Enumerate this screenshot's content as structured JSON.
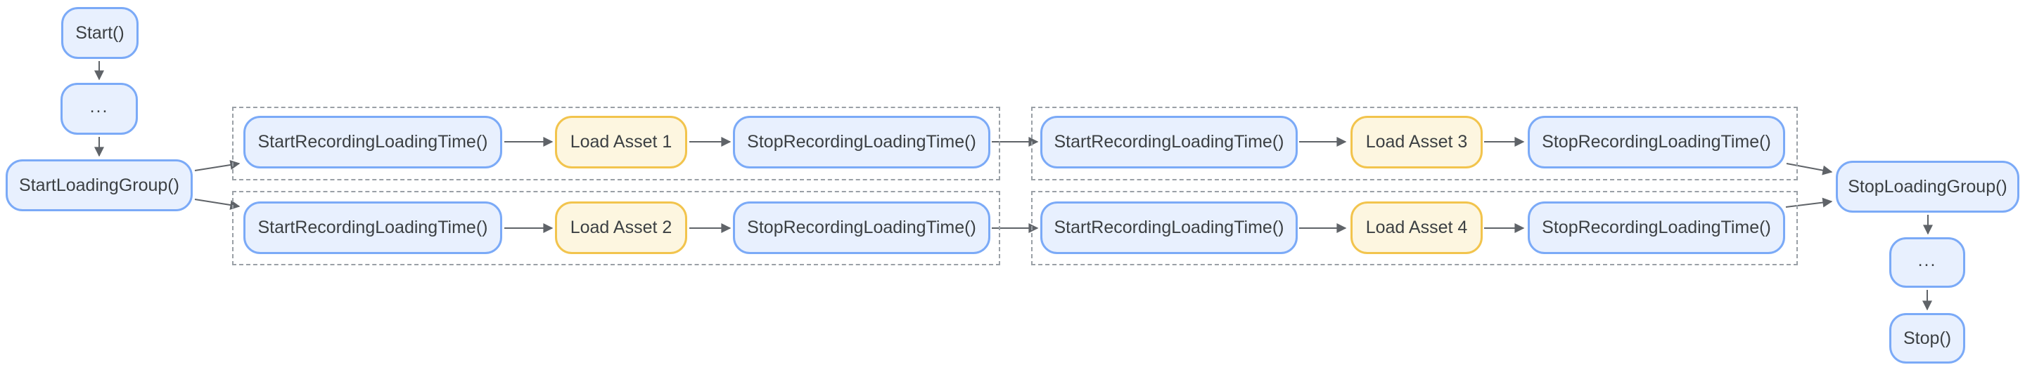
{
  "diagram": {
    "colors": {
      "process_fill": "#e8f0fe",
      "process_border": "#7baaf7",
      "asset_fill": "#fdf6e0",
      "asset_border": "#f2c44d",
      "text": "#3c4043",
      "edge": "#5f6368",
      "frame": "#9aa0a6",
      "bg": "#ffffff"
    },
    "nodes": {
      "start": {
        "label": "Start()"
      },
      "ellipsis_start": {
        "label": "..."
      },
      "start_loading_group": {
        "label": "StartLoadingGroup()"
      },
      "group1": {
        "row1": {
          "start_recording": {
            "label": "StartRecordingLoadingTime()"
          },
          "load_asset": {
            "label": "Load Asset 1"
          },
          "stop_recording": {
            "label": "StopRecordingLoadingTime()"
          }
        },
        "row2": {
          "start_recording": {
            "label": "StartRecordingLoadingTime()"
          },
          "load_asset": {
            "label": "Load Asset 2"
          },
          "stop_recording": {
            "label": "StopRecordingLoadingTime()"
          }
        }
      },
      "group2": {
        "row1": {
          "start_recording": {
            "label": "StartRecordingLoadingTime()"
          },
          "load_asset": {
            "label": "Load Asset 3"
          },
          "stop_recording": {
            "label": "StopRecordingLoadingTime()"
          }
        },
        "row2": {
          "start_recording": {
            "label": "StartRecordingLoadingTime()"
          },
          "load_asset": {
            "label": "Load Asset 4"
          },
          "stop_recording": {
            "label": "StopRecordingLoadingTime()"
          }
        }
      },
      "stop_loading_group": {
        "label": "StopLoadingGroup()"
      },
      "ellipsis_end": {
        "label": "..."
      },
      "stop": {
        "label": "Stop()"
      }
    },
    "edges": [
      {
        "from": "start",
        "to": "ellipsis_start"
      },
      {
        "from": "ellipsis_start",
        "to": "start_loading_group"
      },
      {
        "from": "start_loading_group",
        "to": "group1.row1.start_recording"
      },
      {
        "from": "start_loading_group",
        "to": "group1.row2.start_recording"
      },
      {
        "from": "group1.row1.start_recording",
        "to": "group1.row1.load_asset"
      },
      {
        "from": "group1.row1.load_asset",
        "to": "group1.row1.stop_recording"
      },
      {
        "from": "group1.row1.stop_recording",
        "to": "group2.row1.start_recording"
      },
      {
        "from": "group1.row2.start_recording",
        "to": "group1.row2.load_asset"
      },
      {
        "from": "group1.row2.load_asset",
        "to": "group1.row2.stop_recording"
      },
      {
        "from": "group1.row2.stop_recording",
        "to": "group2.row2.start_recording"
      },
      {
        "from": "group2.row1.start_recording",
        "to": "group2.row1.load_asset"
      },
      {
        "from": "group2.row1.load_asset",
        "to": "group2.row1.stop_recording"
      },
      {
        "from": "group2.row2.start_recording",
        "to": "group2.row2.load_asset"
      },
      {
        "from": "group2.row2.load_asset",
        "to": "group2.row2.stop_recording"
      },
      {
        "from": "group2.row1.stop_recording",
        "to": "stop_loading_group"
      },
      {
        "from": "group2.row2.stop_recording",
        "to": "stop_loading_group"
      },
      {
        "from": "stop_loading_group",
        "to": "ellipsis_end"
      },
      {
        "from": "ellipsis_end",
        "to": "stop"
      }
    ]
  }
}
